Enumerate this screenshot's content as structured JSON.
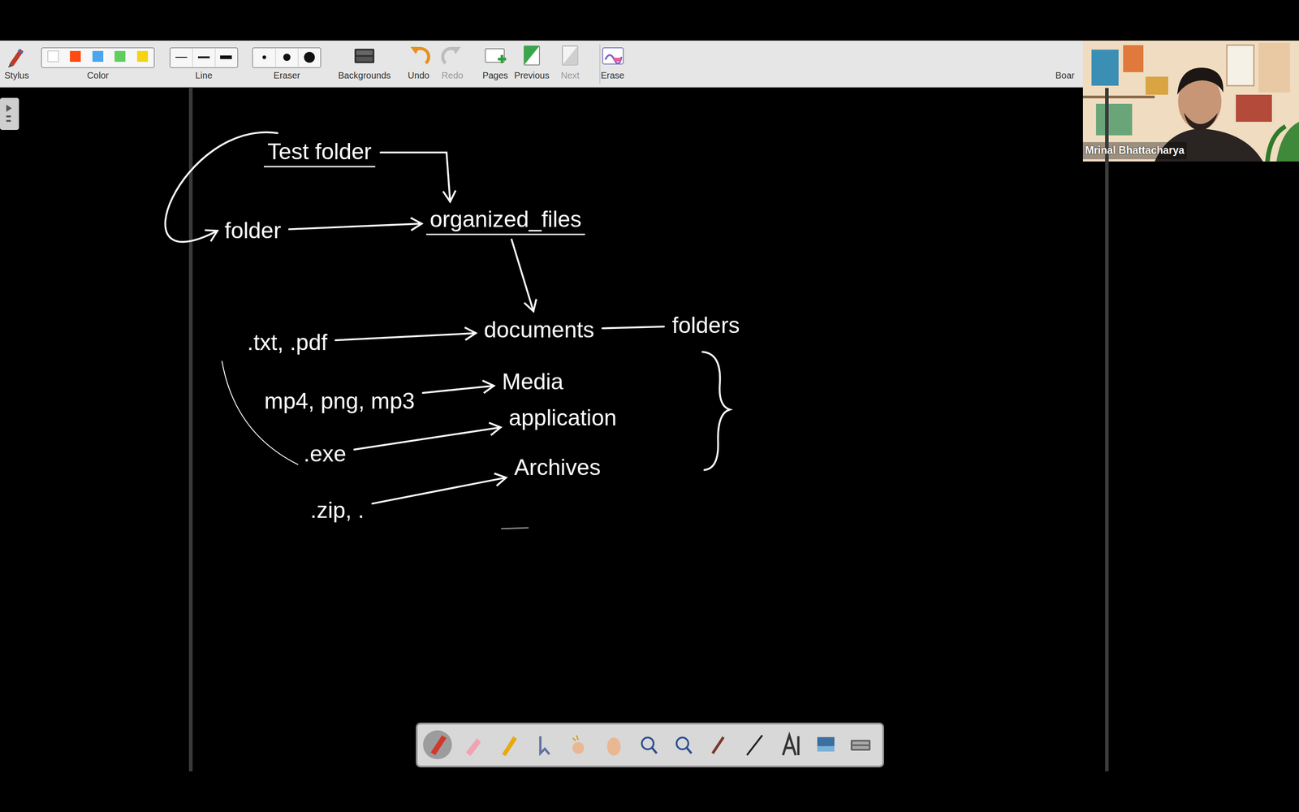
{
  "diagram": {
    "nodes": [
      {
        "text": [
          "Test folder"
        ]
      },
      {
        "text": [
          "folder"
        ]
      },
      {
        "text": [
          "organized_files"
        ]
      },
      {
        "text": [
          ".txt, .pdf"
        ]
      },
      {
        "text": [
          "documents"
        ]
      },
      {
        "text": [
          "folders"
        ]
      },
      {
        "text": [
          "mp4, png, mp3"
        ]
      },
      {
        "text": [
          "Media"
        ]
      },
      {
        "text": [
          "application"
        ]
      },
      {
        "text": [
          ".exe"
        ]
      },
      {
        "text": [
          "Archives"
        ]
      },
      {
        "text": [
          ".zip, ."
        ]
      }
    ],
    "edges": [
      {
        "from": 0,
        "to": 2,
        "arrow": "to"
      },
      {
        "from": 0,
        "to": 1,
        "arrow": "to"
      },
      {
        "from": 1,
        "to": 2,
        "arrow": "to"
      },
      {
        "from": 2,
        "to": 4,
        "arrow": "to"
      },
      {
        "from": 3,
        "to": 4,
        "arrow": "to"
      },
      {
        "from": 4,
        "to": 5,
        "arrow": "none"
      },
      {
        "from": 6,
        "to": 7,
        "arrow": "to"
      },
      {
        "from": 9,
        "to": 8,
        "arrow": "to"
      },
      {
        "from": 11,
        "to": 10,
        "arrow": "to"
      }
    ],
    "labels": [
      "Stylus",
      "Color",
      "Line",
      "Eraser",
      "Backgrounds",
      "Undo",
      "Redo",
      "Pages",
      "Previous",
      "Next",
      "Erase",
      "Boar",
      "Mrinal Bhattacharya"
    ]
  }
}
